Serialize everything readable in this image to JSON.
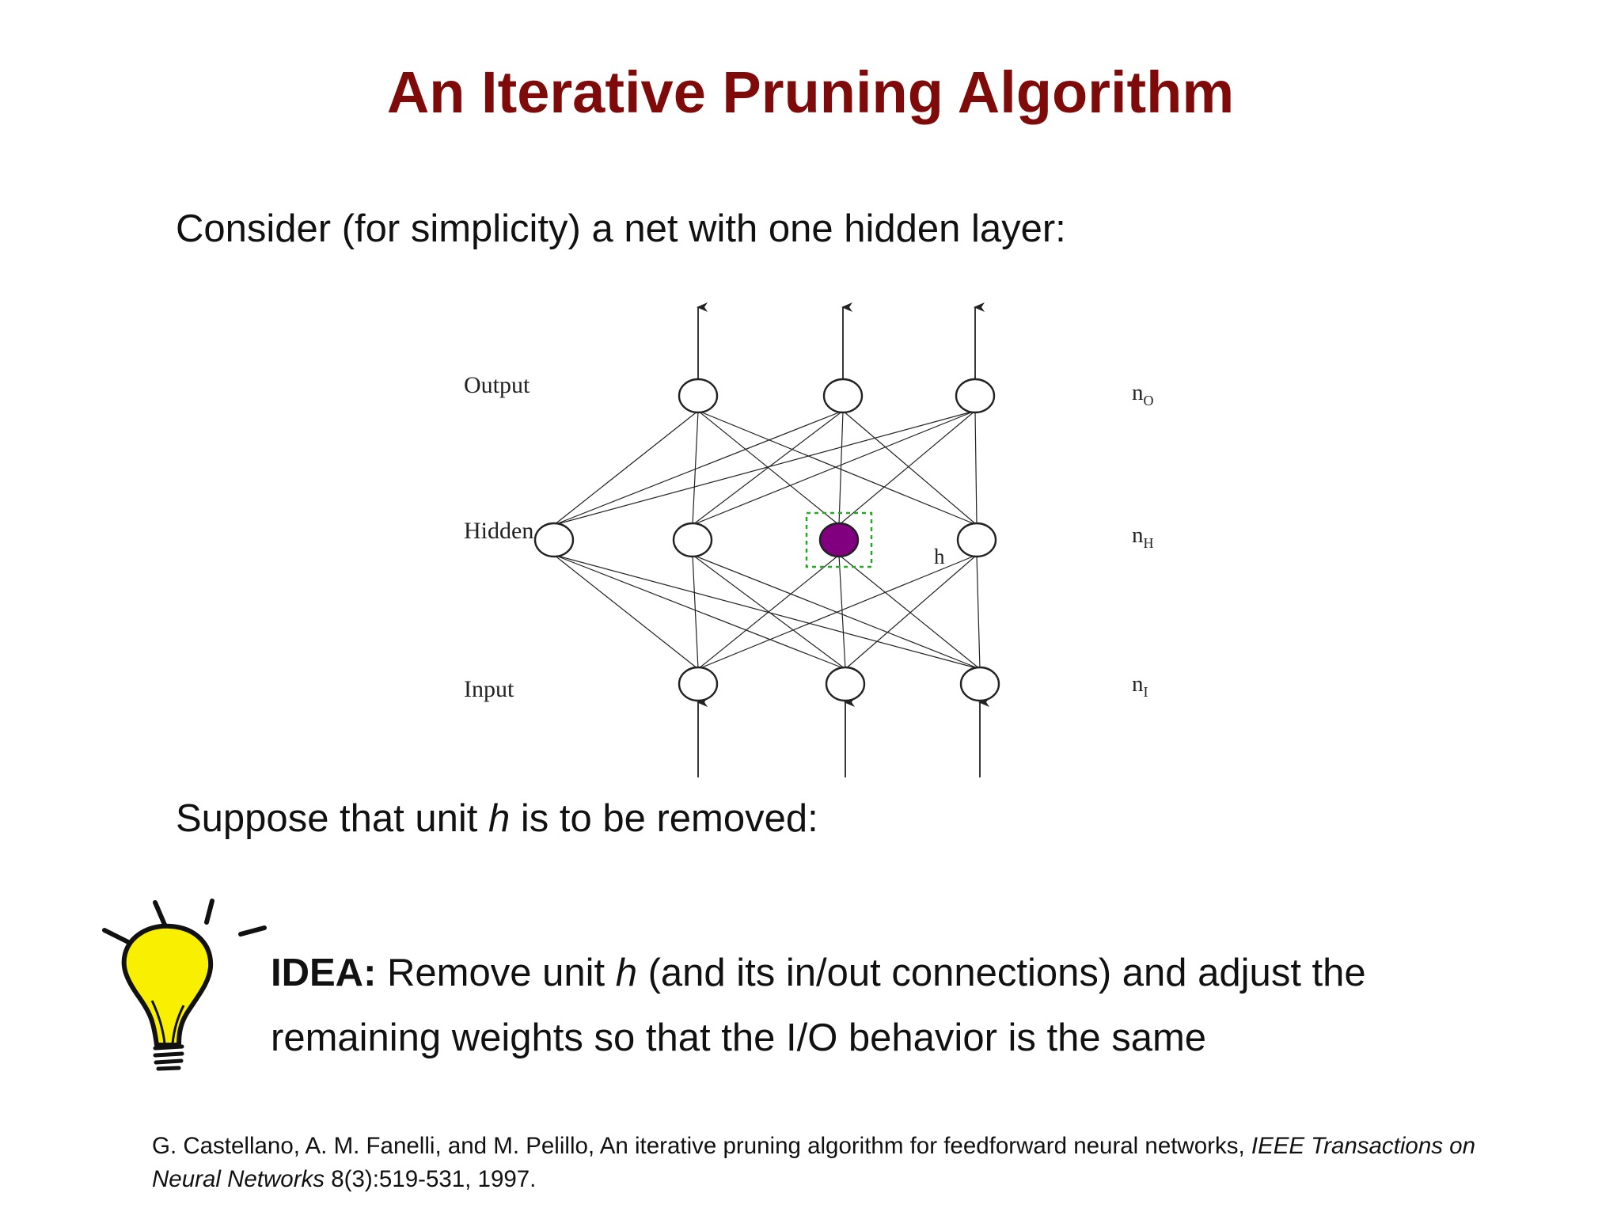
{
  "slide": {
    "title": "An Iterative Pruning Algorithm",
    "intro": "Consider (for simplicity) a net with one hidden layer:",
    "suppose": {
      "before": "Suppose that unit ",
      "unit": "h",
      "after": " is to be removed:"
    },
    "idea": {
      "label": "IDEA:",
      "text_before": " Remove unit ",
      "unit": "h",
      "text_after": " (and its in/out connections) and adjust the remaining weights so that the I/O behavior is the same"
    },
    "citation": {
      "authors": "G. Castellano, A. M. Fanelli, and M. Pelillo, An iterative pruning algorithm for feedforward neural networks, ",
      "journal": "IEEE Transactions on Neural Networks",
      "details": " 8(3):519-531, 1997."
    }
  },
  "diagram": {
    "layers": {
      "output": {
        "label": "Output",
        "size_label": "n",
        "size_sub": "O",
        "units": 3
      },
      "hidden": {
        "label": "Hidden",
        "size_label": "n",
        "size_sub": "H",
        "units": 4
      },
      "input": {
        "label": "Input",
        "size_label": "n",
        "size_sub": "I",
        "units": 3
      }
    },
    "removed_unit": {
      "label": "h",
      "layer": "hidden",
      "index": 2
    },
    "colors": {
      "removed_unit_fill": "#800080",
      "highlight_box": "#22aa22",
      "stroke": "#222222",
      "title": "#7f0a0a",
      "bulb_fill": "#f8f000"
    },
    "icon": "lightbulb-icon"
  }
}
